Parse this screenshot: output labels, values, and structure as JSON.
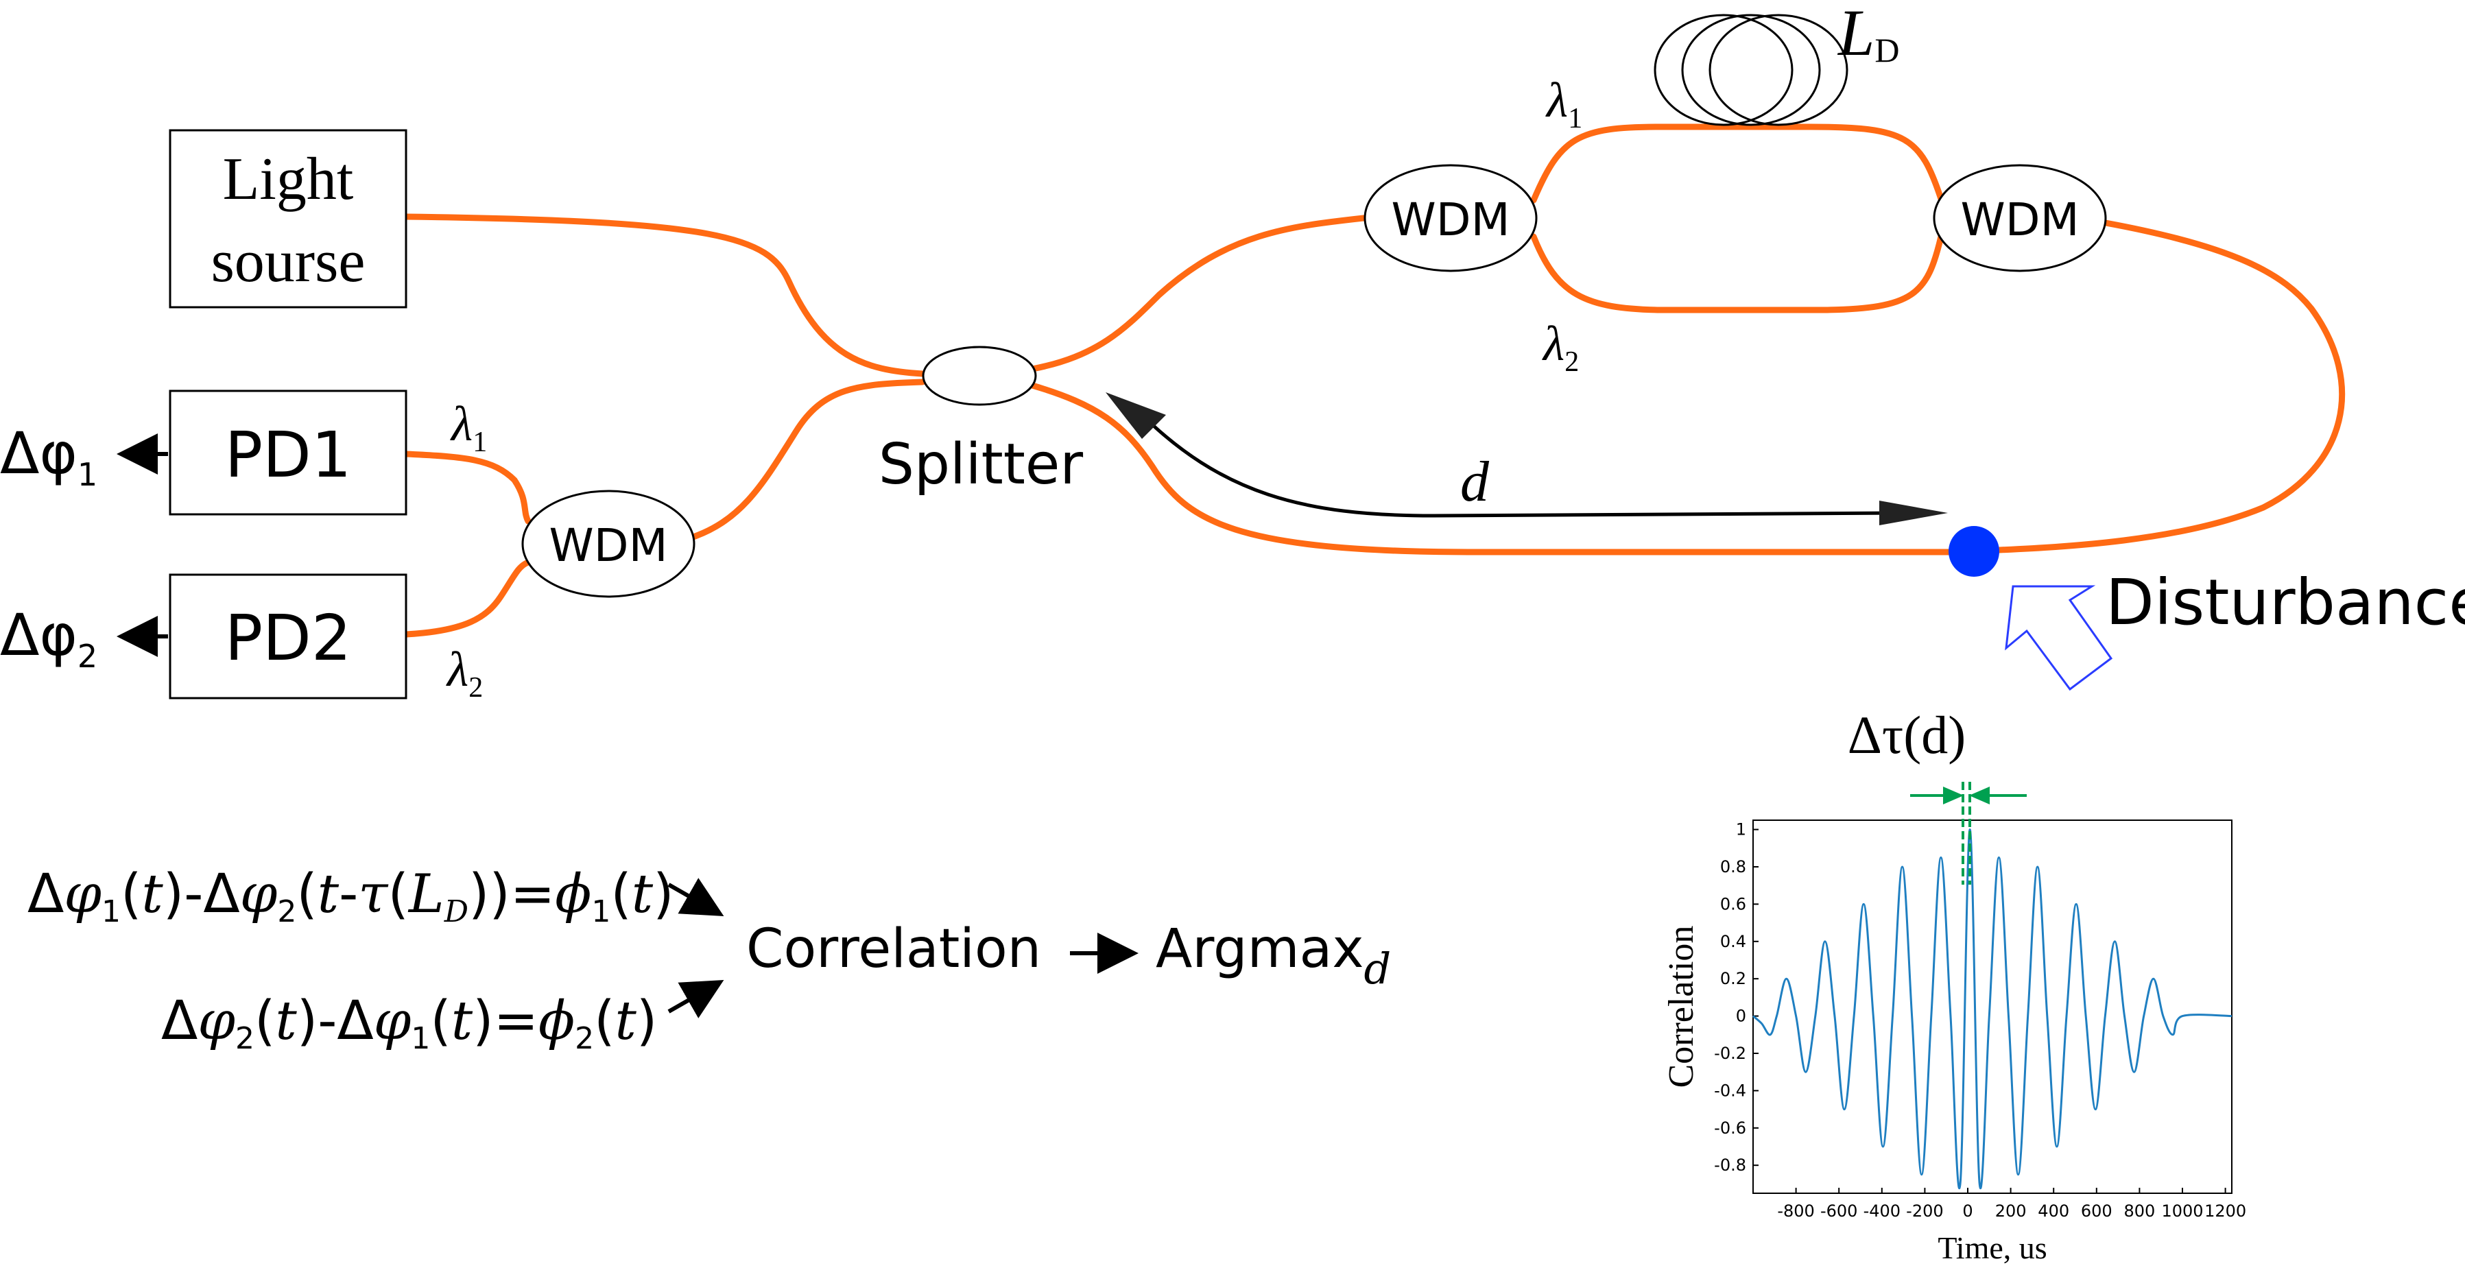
{
  "diagram": {
    "light_source": [
      "Light",
      "sourse"
    ],
    "pd1": "PD1",
    "pd2": "PD2",
    "wdm_left": "WDM",
    "wdm_top_left": "WDM",
    "wdm_top_right": "WDM",
    "splitter": "Splitter",
    "disturbance": "Disturbance",
    "distance": "d",
    "delay_coil": {
      "main": "L",
      "sub": "D"
    },
    "lambda": "λ",
    "sub_1": "1",
    "sub_2": "2",
    "delta_phi": "Δφ",
    "colors": {
      "fiber": "#ff6a13",
      "disturbance": "#0033ff",
      "marker": "#00a050",
      "curve": "#1f7fc1"
    }
  },
  "equations": {
    "eq1": {
      "lhs": "Δφ₁(t)-Δφ₂(t-τ(L_D))=ϕ₁(t)"
    },
    "eq2": {
      "lhs": "Δφ₂(t)-Δφ₁(t)=ϕ₂(t)"
    },
    "correlation": "Correlation",
    "argmax": "Argmax",
    "argmax_sub": "d"
  },
  "inset": {
    "delta_tau_label": "Δτ(d)"
  },
  "chart_data": {
    "type": "line",
    "title": "",
    "xlabel": "Time, us",
    "ylabel": "Correlation",
    "xlim": [
      -1000,
      1230
    ],
    "ylim": [
      -0.95,
      1.05
    ],
    "x_ticks": [
      -800,
      -600,
      -400,
      -200,
      0,
      200,
      400,
      600,
      800,
      1000,
      1200
    ],
    "y_ticks": [
      1,
      0.8,
      0.6,
      0.4,
      0.2,
      0,
      -0.2,
      -0.4,
      -0.6,
      -0.8
    ],
    "series": [
      {
        "description": "damped oscillation, period ~180 us, envelope peaking near t=0",
        "x": [
          -1000,
          -960,
          -920,
          -890,
          -845,
          -800,
          -755,
          -710,
          -665,
          -620,
          -575,
          -530,
          -485,
          -440,
          -395,
          -350,
          -305,
          -260,
          -215,
          -170,
          -125,
          -80,
          -35,
          10,
          55,
          100,
          145,
          190,
          235,
          280,
          325,
          370,
          415,
          460,
          505,
          550,
          595,
          640,
          685,
          730,
          775,
          820,
          865,
          910,
          955,
          1000,
          1230
        ],
        "values": [
          0,
          -0.04,
          -0.1,
          0.0,
          0.2,
          0.0,
          -0.3,
          0.0,
          0.4,
          0.0,
          -0.5,
          0.0,
          0.6,
          0.0,
          -0.7,
          0.0,
          0.8,
          0.0,
          -0.85,
          0.0,
          0.85,
          0.0,
          -0.9,
          1.0,
          -0.9,
          0.0,
          0.85,
          0.0,
          -0.85,
          0.0,
          0.8,
          0.0,
          -0.7,
          0.0,
          0.6,
          0.0,
          -0.5,
          0.0,
          0.4,
          0.0,
          -0.3,
          0.0,
          0.2,
          0.0,
          -0.1,
          0.0,
          0
        ]
      }
    ]
  }
}
